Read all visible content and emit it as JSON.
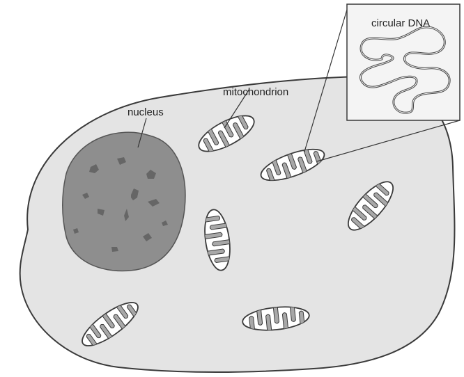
{
  "labels": {
    "nucleus": "nucleus",
    "mitochondrion": "mitochondrion",
    "circular_dna": "circular DNA"
  },
  "colors": {
    "cell_fill": "#e4e4e4",
    "cell_outline": "#3a3a3a",
    "nucleus_fill": "#8e8e8e",
    "mito_fill": "#ffffff",
    "crista_fill": "#a8a8a8",
    "dna_stroke": "#4a4a4a",
    "inset_fill": "#f4f4f4"
  },
  "icons": {
    "cell": "animal-cell-icon",
    "nucleus": "nucleus-icon",
    "mitochondrion": "mitochondrion-icon",
    "dna": "circular-dna-icon"
  }
}
